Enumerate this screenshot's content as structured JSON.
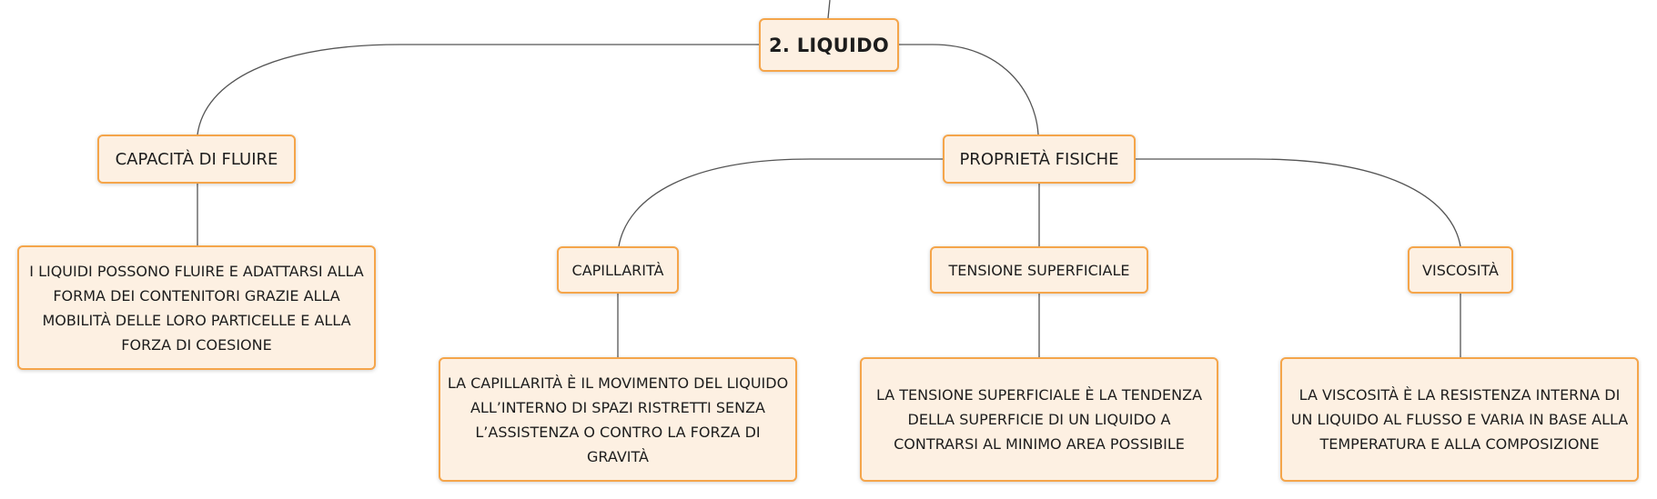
{
  "map": {
    "root": "2. LIQUIDO",
    "fluire": {
      "title": "CAPACITÀ DI FLUIRE",
      "desc": "I LIQUIDI POSSONO FLUIRE E ADATTARSI ALLA FORMA DEI CONTENITORI GRAZIE ALLA MOBILITÀ DELLE LORO PARTICELLE E ALLA FORZA DI COESIONE"
    },
    "proprieta": {
      "title": "PROPRIETÀ FISICHE",
      "capillarita": {
        "title": "CAPILLARITÀ",
        "desc": "LA CAPILLARITÀ È IL MOVIMENTO DEL LIQUIDO ALL’INTERNO DI SPAZI RISTRETTI SENZA L’ASSISTENZA O CONTRO LA FORZA DI GRAVITÀ"
      },
      "tensione": {
        "title": "TENSIONE SUPERFICIALE",
        "desc": "LA TENSIONE SUPERFICIALE È LA TENDENZA DELLA SUPERFICIE DI UN LIQUIDO A CONTRARSI AL MINIMO AREA POSSIBILE"
      },
      "viscosita": {
        "title": "VISCOSITÀ",
        "desc": "LA VISCOSITÀ È LA RESISTENZA INTERNA DI UN LIQUIDO AL FLUSSO E VARIA IN BASE ALLA TEMPERATURA E ALLA COMPOSIZIONE"
      }
    }
  },
  "style": {
    "node_fill": "#fdf0e2",
    "node_border": "#f5a54a",
    "connector": "#555555"
  }
}
